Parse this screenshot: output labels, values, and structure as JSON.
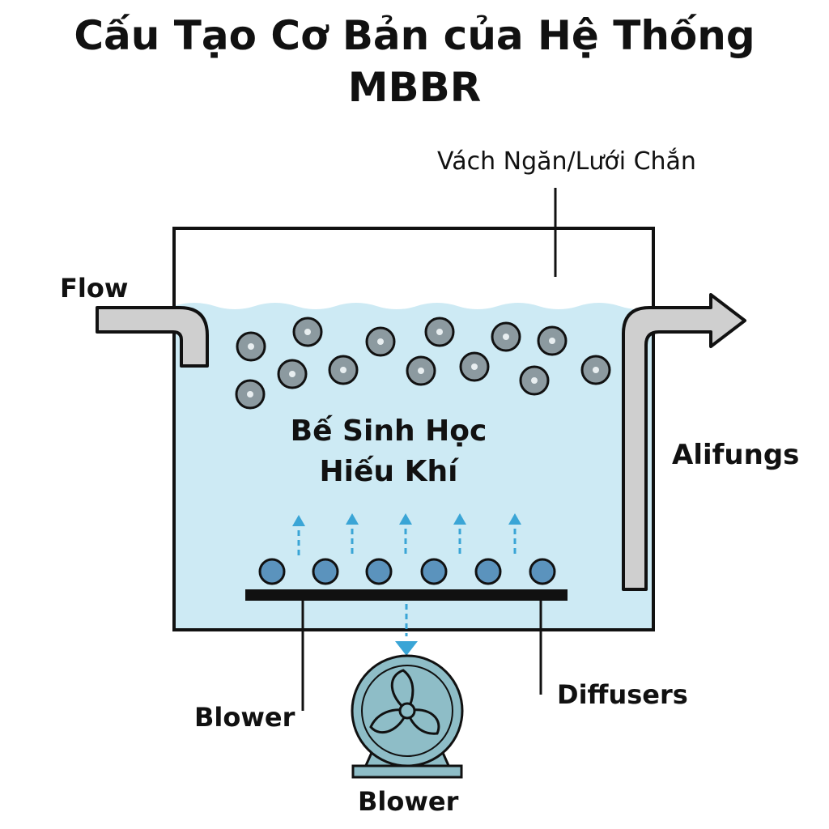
{
  "title": {
    "line1": "Cấu Tạo Cơ Bản của Hệ Thống",
    "line2": "MBBR"
  },
  "labels": {
    "partition": "Vách Ngăn/Lưới Chắn",
    "flow": "Flow",
    "outflow": "Alifungs",
    "tank_line1": "Bế Sinh Học",
    "tank_line2": "Hiếu Khí",
    "blower_left": "Blower",
    "diffusers": "Diffusers",
    "blower_bottom": "Blower"
  },
  "colors": {
    "water": "#cdeaf4",
    "media_fill": "#8c9aa0",
    "bubble_fill": "#5b93bd",
    "air_arrow": "#3aa5d6",
    "pipe_fill": "#cfcfcf",
    "blower_fill": "#8ebdc7"
  },
  "icons": {
    "blower": "fan-blower-icon",
    "inflow": "inflow-pipe-arrow",
    "outflow": "outflow-pipe-arrow"
  }
}
